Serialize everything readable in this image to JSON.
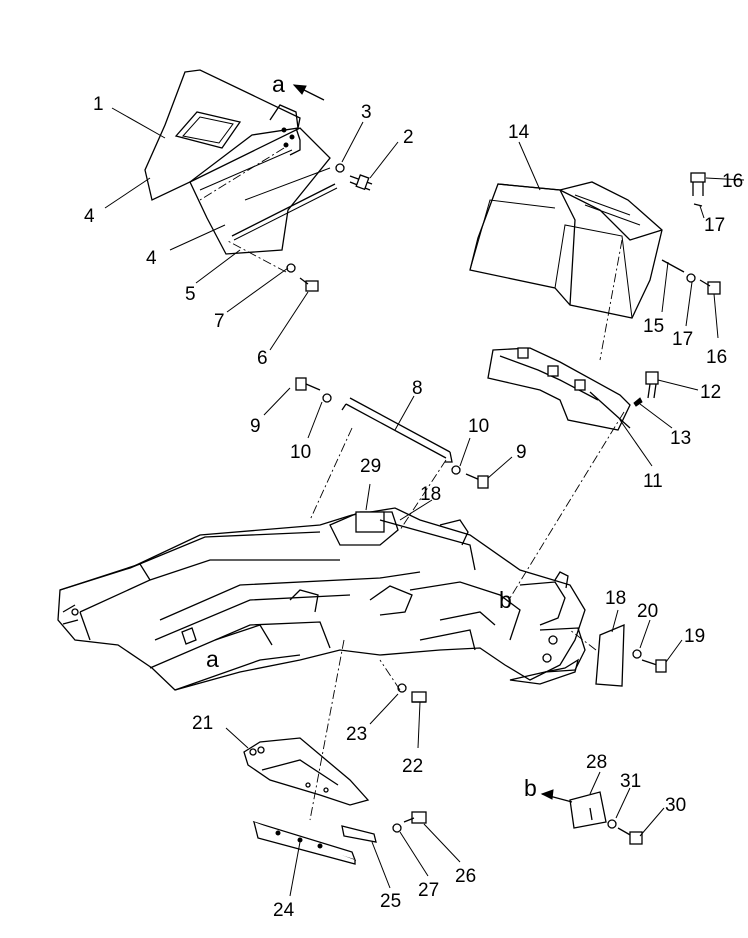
{
  "diagram": {
    "callouts": [
      {
        "id": "c1",
        "text": "1"
      },
      {
        "id": "c2",
        "text": "2"
      },
      {
        "id": "c3",
        "text": "3"
      },
      {
        "id": "c4a",
        "text": "4"
      },
      {
        "id": "c4b",
        "text": "4"
      },
      {
        "id": "c5",
        "text": "5"
      },
      {
        "id": "c6",
        "text": "6"
      },
      {
        "id": "c7",
        "text": "7"
      },
      {
        "id": "c8",
        "text": "8"
      },
      {
        "id": "c9a",
        "text": "9"
      },
      {
        "id": "c9b",
        "text": "9"
      },
      {
        "id": "c10a",
        "text": "10"
      },
      {
        "id": "c10b",
        "text": "10"
      },
      {
        "id": "c11",
        "text": "11"
      },
      {
        "id": "c12",
        "text": "12"
      },
      {
        "id": "c13",
        "text": "13"
      },
      {
        "id": "c14",
        "text": "14"
      },
      {
        "id": "c15",
        "text": "15"
      },
      {
        "id": "c16a",
        "text": "16"
      },
      {
        "id": "c16b",
        "text": "16"
      },
      {
        "id": "c17a",
        "text": "17"
      },
      {
        "id": "c17b",
        "text": "17"
      },
      {
        "id": "c18a",
        "text": "18"
      },
      {
        "id": "c18b",
        "text": "18"
      },
      {
        "id": "c19",
        "text": "19"
      },
      {
        "id": "c20",
        "text": "20"
      },
      {
        "id": "c21",
        "text": "21"
      },
      {
        "id": "c22",
        "text": "22"
      },
      {
        "id": "c23",
        "text": "23"
      },
      {
        "id": "c24",
        "text": "24"
      },
      {
        "id": "c25",
        "text": "25"
      },
      {
        "id": "c26",
        "text": "26"
      },
      {
        "id": "c27",
        "text": "27"
      },
      {
        "id": "c28",
        "text": "28"
      },
      {
        "id": "c29",
        "text": "29"
      },
      {
        "id": "c30",
        "text": "30"
      },
      {
        "id": "c31",
        "text": "31"
      }
    ],
    "view_markers": [
      {
        "id": "va",
        "text": "a"
      },
      {
        "id": "va2",
        "text": "a"
      },
      {
        "id": "vb",
        "text": "b"
      },
      {
        "id": "vb2",
        "text": "b"
      }
    ]
  }
}
